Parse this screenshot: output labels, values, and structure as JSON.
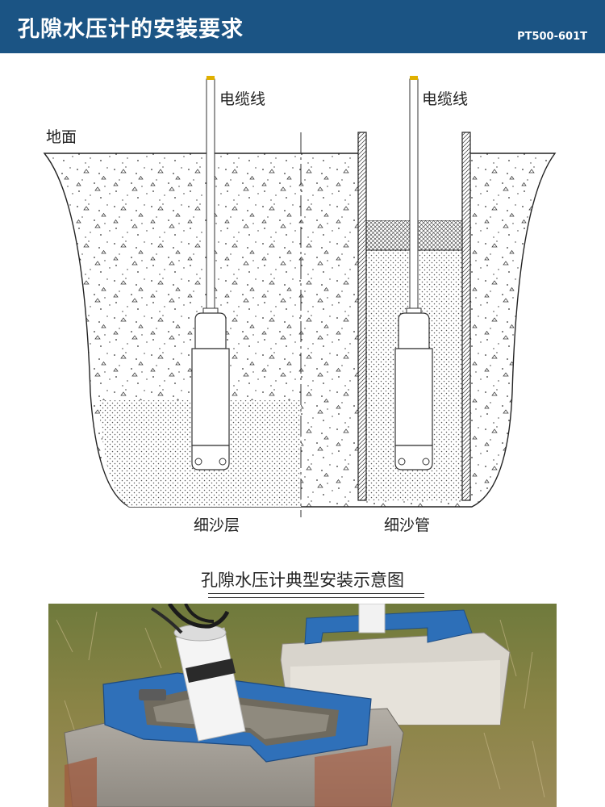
{
  "header": {
    "title": "孔隙水压计的安装要求",
    "model": "PT500-601T",
    "color": "#1b5484"
  },
  "diagram": {
    "label_ground": "地面",
    "label_cable_left": "电缆线",
    "label_cable_right": "电缆线",
    "label_sand_layer": "细沙层",
    "label_sand_pipe": "细沙管"
  },
  "caption": "孔隙水压计典型安装示意图",
  "photo": {
    "icons": [
      "grass-field",
      "concrete-base",
      "blue-steel-frame",
      "white-pvc-pipe",
      "black-cable"
    ]
  }
}
